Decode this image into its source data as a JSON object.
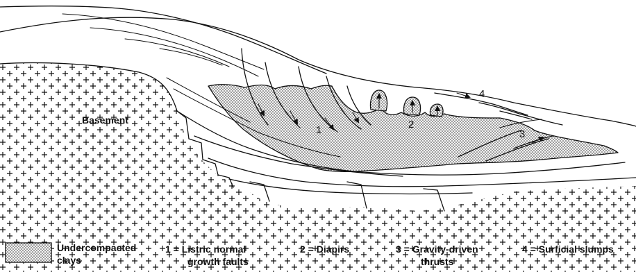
{
  "labels": {
    "basement": "Basement",
    "fault_group": "1",
    "diapir_group": "2",
    "thrust_group": "3",
    "slump_group": "4"
  },
  "legend": {
    "stipple_label_line1": "Undercompacted",
    "stipple_label_line2": "clays",
    "item1_line1": "1 = Listric normal",
    "item1_line2": "growth faults",
    "item2_line1": "2 = Diapirs",
    "item3_line1": "3 = Gravity-driven",
    "item3_line2": "thrusts",
    "item4_line1": "4 = Surficial slumps"
  },
  "colors": {
    "ink": "#111111",
    "background": "#ffffff",
    "stipple_fill": "#cfcfcf"
  },
  "icons": {
    "basement_pattern": "plus-cross-pattern",
    "clay_pattern": "dot-stipple-pattern"
  }
}
